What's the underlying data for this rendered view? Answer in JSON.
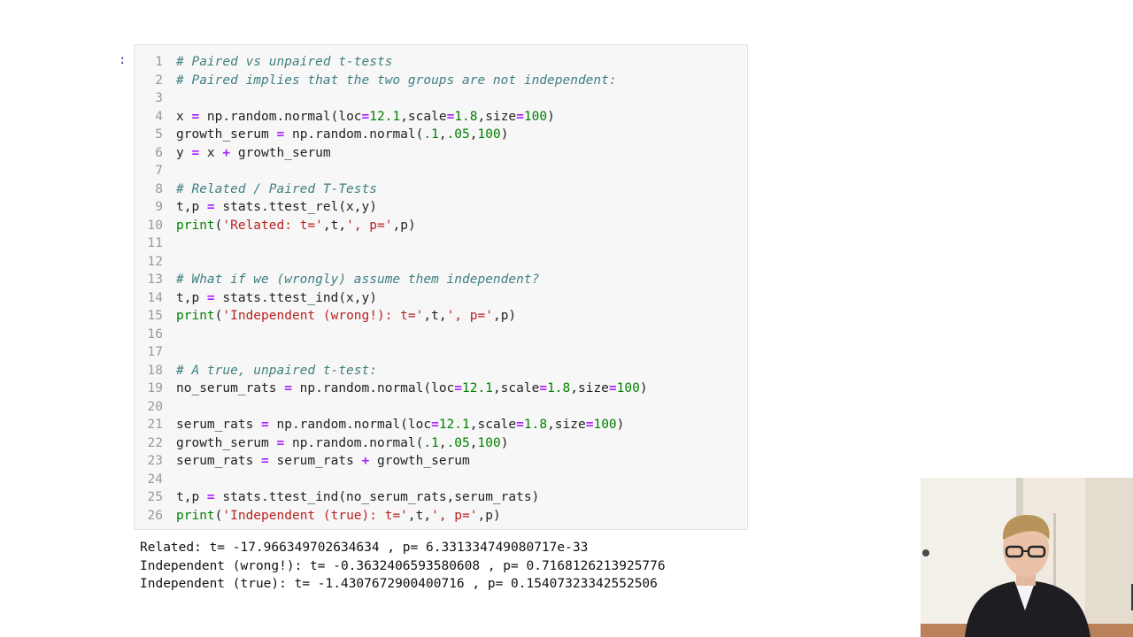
{
  "prompt": ":",
  "code_lines": [
    {
      "n": "1",
      "tokens": [
        {
          "t": "# Paired vs unpaired t-tests",
          "c": "cm"
        }
      ]
    },
    {
      "n": "2",
      "tokens": [
        {
          "t": "# Paired implies that the two groups are not independent:",
          "c": "cm"
        }
      ]
    },
    {
      "n": "3",
      "tokens": []
    },
    {
      "n": "4",
      "tokens": [
        {
          "t": "x "
        },
        {
          "t": "=",
          "c": "op"
        },
        {
          "t": " np.random.normal(loc"
        },
        {
          "t": "=",
          "c": "op"
        },
        {
          "t": "12.1",
          "c": "num"
        },
        {
          "t": ",scale"
        },
        {
          "t": "=",
          "c": "op"
        },
        {
          "t": "1.8",
          "c": "num"
        },
        {
          "t": ",size"
        },
        {
          "t": "=",
          "c": "op"
        },
        {
          "t": "100",
          "c": "num"
        },
        {
          "t": ")"
        }
      ]
    },
    {
      "n": "5",
      "tokens": [
        {
          "t": "growth_serum "
        },
        {
          "t": "=",
          "c": "op"
        },
        {
          "t": " np.random.normal("
        },
        {
          "t": ".1",
          "c": "num"
        },
        {
          "t": ","
        },
        {
          "t": ".05",
          "c": "num"
        },
        {
          "t": ","
        },
        {
          "t": "100",
          "c": "num"
        },
        {
          "t": ")"
        }
      ]
    },
    {
      "n": "6",
      "tokens": [
        {
          "t": "y "
        },
        {
          "t": "=",
          "c": "op"
        },
        {
          "t": " x "
        },
        {
          "t": "+",
          "c": "op"
        },
        {
          "t": " growth_serum"
        }
      ]
    },
    {
      "n": "7",
      "tokens": []
    },
    {
      "n": "8",
      "tokens": [
        {
          "t": "# Related / Paired T-Tests",
          "c": "cm"
        }
      ]
    },
    {
      "n": "9",
      "tokens": [
        {
          "t": "t,p "
        },
        {
          "t": "=",
          "c": "op"
        },
        {
          "t": " stats.ttest_rel(x,y)"
        }
      ]
    },
    {
      "n": "10",
      "tokens": [
        {
          "t": "print",
          "c": "kw"
        },
        {
          "t": "("
        },
        {
          "t": "'Related: t='",
          "c": "str"
        },
        {
          "t": ",t,"
        },
        {
          "t": "', p='",
          "c": "str"
        },
        {
          "t": ",p)"
        }
      ]
    },
    {
      "n": "11",
      "tokens": []
    },
    {
      "n": "12",
      "tokens": []
    },
    {
      "n": "13",
      "tokens": [
        {
          "t": "# What if we (wrongly) assume them independent?",
          "c": "cm"
        }
      ]
    },
    {
      "n": "14",
      "tokens": [
        {
          "t": "t,p "
        },
        {
          "t": "=",
          "c": "op"
        },
        {
          "t": " stats.ttest_ind(x,y)"
        }
      ]
    },
    {
      "n": "15",
      "tokens": [
        {
          "t": "print",
          "c": "kw"
        },
        {
          "t": "("
        },
        {
          "t": "'Independent (wrong!): t='",
          "c": "str"
        },
        {
          "t": ",t,"
        },
        {
          "t": "', p='",
          "c": "str"
        },
        {
          "t": ",p)"
        }
      ]
    },
    {
      "n": "16",
      "tokens": []
    },
    {
      "n": "17",
      "tokens": []
    },
    {
      "n": "18",
      "tokens": [
        {
          "t": "# A true, unpaired t-test:",
          "c": "cm"
        }
      ]
    },
    {
      "n": "19",
      "tokens": [
        {
          "t": "no_serum_rats "
        },
        {
          "t": "=",
          "c": "op"
        },
        {
          "t": " np.random.normal(loc"
        },
        {
          "t": "=",
          "c": "op"
        },
        {
          "t": "12.1",
          "c": "num"
        },
        {
          "t": ",scale"
        },
        {
          "t": "=",
          "c": "op"
        },
        {
          "t": "1.8",
          "c": "num"
        },
        {
          "t": ",size"
        },
        {
          "t": "=",
          "c": "op"
        },
        {
          "t": "100",
          "c": "num"
        },
        {
          "t": ")"
        }
      ]
    },
    {
      "n": "20",
      "tokens": []
    },
    {
      "n": "21",
      "tokens": [
        {
          "t": "serum_rats "
        },
        {
          "t": "=",
          "c": "op"
        },
        {
          "t": " np.random.normal(loc"
        },
        {
          "t": "=",
          "c": "op"
        },
        {
          "t": "12.1",
          "c": "num"
        },
        {
          "t": ",scale"
        },
        {
          "t": "=",
          "c": "op"
        },
        {
          "t": "1.8",
          "c": "num"
        },
        {
          "t": ",size"
        },
        {
          "t": "=",
          "c": "op"
        },
        {
          "t": "100",
          "c": "num"
        },
        {
          "t": ")"
        }
      ]
    },
    {
      "n": "22",
      "tokens": [
        {
          "t": "growth_serum "
        },
        {
          "t": "=",
          "c": "op"
        },
        {
          "t": " np.random.normal("
        },
        {
          "t": ".1",
          "c": "num"
        },
        {
          "t": ","
        },
        {
          "t": ".05",
          "c": "num"
        },
        {
          "t": ","
        },
        {
          "t": "100",
          "c": "num"
        },
        {
          "t": ")"
        }
      ]
    },
    {
      "n": "23",
      "tokens": [
        {
          "t": "serum_rats "
        },
        {
          "t": "=",
          "c": "op"
        },
        {
          "t": " serum_rats "
        },
        {
          "t": "+",
          "c": "op"
        },
        {
          "t": " growth_serum"
        }
      ]
    },
    {
      "n": "24",
      "tokens": []
    },
    {
      "n": "25",
      "tokens": [
        {
          "t": "t,p "
        },
        {
          "t": "=",
          "c": "op"
        },
        {
          "t": " stats.ttest_ind(no_serum_rats,serum_rats)"
        }
      ]
    },
    {
      "n": "26",
      "tokens": [
        {
          "t": "print",
          "c": "kw"
        },
        {
          "t": "("
        },
        {
          "t": "'Independent (true): t='",
          "c": "str"
        },
        {
          "t": ",t,"
        },
        {
          "t": "', p='",
          "c": "str"
        },
        {
          "t": ",p)"
        }
      ]
    }
  ],
  "output_lines": [
    "Related: t= -17.966349702634634 , p= 6.331334749080717e-33",
    "Independent (wrong!): t= -0.3632406593580608 , p= 0.7168126213925776",
    "Independent (true): t= -1.4307672900400716 , p= 0.15407323342552506"
  ],
  "colors": {
    "comment": "#408080",
    "operator": "#aa22ff",
    "number": "#008000",
    "string": "#ba2121",
    "builtin": "#008000",
    "cell_background": "#f7f7f7"
  }
}
